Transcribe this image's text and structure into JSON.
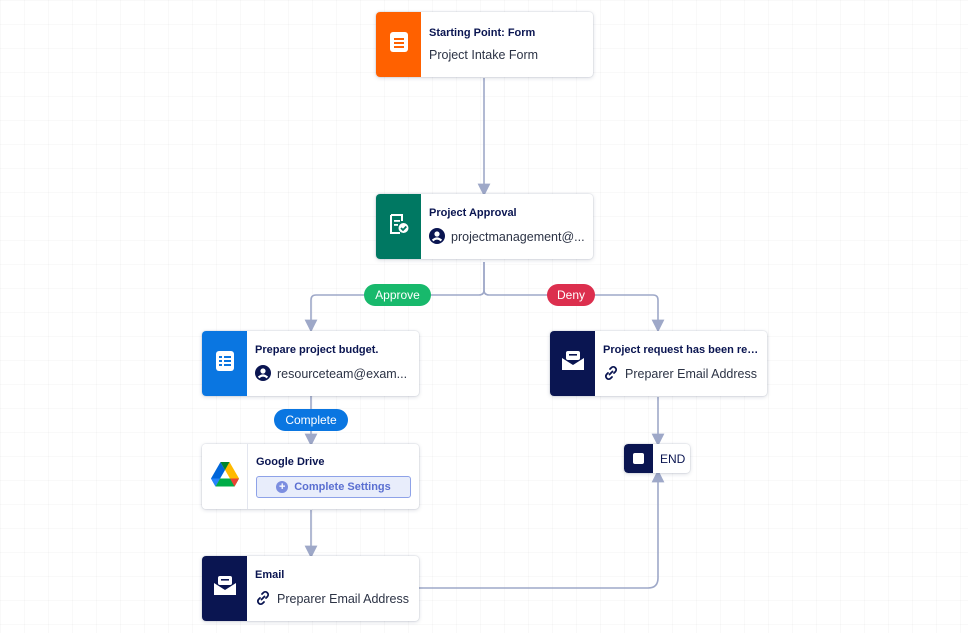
{
  "nodes": {
    "start": {
      "title": "Starting Point: Form",
      "subtitle": "Project Intake Form",
      "color": "#ff6100",
      "icon": "form-icon"
    },
    "approval": {
      "title": "Project Approval",
      "subtitle": "projectmanagement@...",
      "color": "#007862",
      "icon": "approval-icon"
    },
    "budget": {
      "title": "Prepare project budget.",
      "subtitle": "resourceteam@exam...",
      "color": "#0a76e1",
      "icon": "task-list-icon"
    },
    "rejected": {
      "title": "Project request has been reje...",
      "subtitle": "Preparer Email Address",
      "color": "#0a1551",
      "icon": "email-icon"
    },
    "gdrive": {
      "title": "Google Drive",
      "button": "Complete Settings",
      "icon": "google-drive-icon"
    },
    "email": {
      "title": "Email",
      "subtitle": "Preparer Email Address",
      "color": "#0a1551",
      "icon": "email-icon"
    },
    "end": {
      "label": "END"
    }
  },
  "labels": {
    "approve": {
      "text": "Approve",
      "color": "#18b96c"
    },
    "deny": {
      "text": "Deny",
      "color": "#dc2f4e"
    },
    "complete": {
      "text": "Complete",
      "color": "#0a76e1"
    }
  },
  "colors": {
    "connector": "#9ea8c8"
  }
}
